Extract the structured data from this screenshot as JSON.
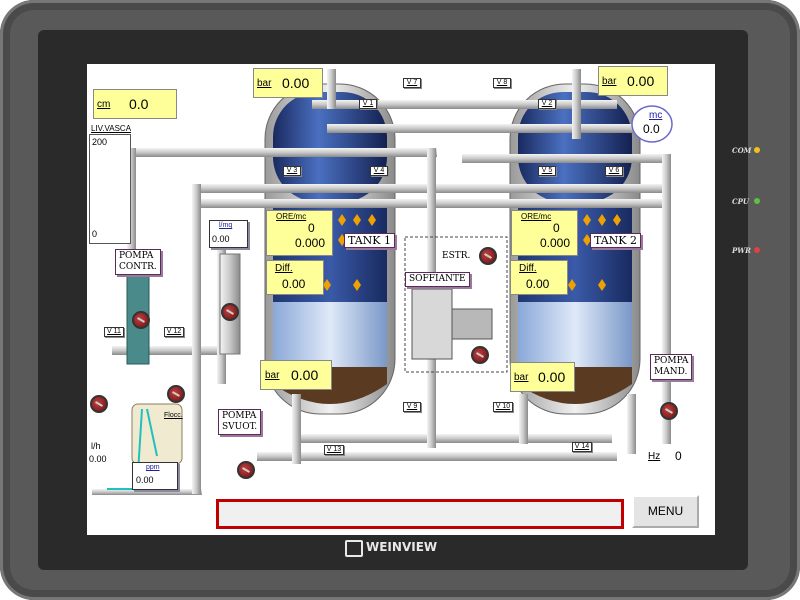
{
  "screen": {
    "top_left_bar": {
      "unit": "bar",
      "value": "0.00"
    },
    "top_right_bar": {
      "unit": "bar",
      "value": "0.00"
    },
    "level_cm": {
      "unit": "cm",
      "value": "0.0"
    },
    "level_tank": {
      "title": "LIV.VASCA",
      "max": "200",
      "min": "0"
    },
    "flow_mc": {
      "unit": "mc",
      "value": "0.0"
    },
    "valve_tags": [
      "V 1",
      "V 2",
      "V 3",
      "V 4",
      "V 5",
      "V 6",
      "V 7",
      "V 8",
      "V 9",
      "V 10",
      "V 11",
      "V 12",
      "V 13",
      "V 14"
    ],
    "tank1": {
      "name": "TANK 1",
      "hours_label": "ORE/mc",
      "hours_value": "0",
      "mc_value": "0.000",
      "diff_label": "Diff.",
      "diff_value": "0.00",
      "bar_unit": "bar",
      "bar_value": "0.00"
    },
    "tank2": {
      "name": "TANK 2",
      "hours_label": "ORE/mc",
      "hours_value": "0",
      "mc_value": "0.000",
      "diff_label": "Diff.",
      "diff_value": "0.00",
      "bar_unit": "bar",
      "bar_value": "0.00"
    },
    "pumps": {
      "contr": "POMPA\nCONTR.",
      "svuot": "POMPA\nSVUOT.",
      "mand": "POMPA\nMAND."
    },
    "estr_label": "ESTR.",
    "soffiante_label": "SOFFIANTE",
    "flow_meter": {
      "unit": "l/mq",
      "value": "0.00"
    },
    "flocc": {
      "label": "Flocc.",
      "unit": "l/h",
      "value": "0.00",
      "ppm_unit": "ppm",
      "ppm_value": "0.00"
    },
    "hz": {
      "unit": "Hz",
      "value": "0"
    },
    "alarm_message": "",
    "menu_button": "MENU"
  },
  "bezel": {
    "brand": "WEINVIEW",
    "leds": [
      {
        "label": "COM",
        "color": "#f0c020"
      },
      {
        "label": "CPU",
        "color": "#60c040"
      },
      {
        "label": "PWR",
        "color": "#e04040"
      }
    ]
  }
}
